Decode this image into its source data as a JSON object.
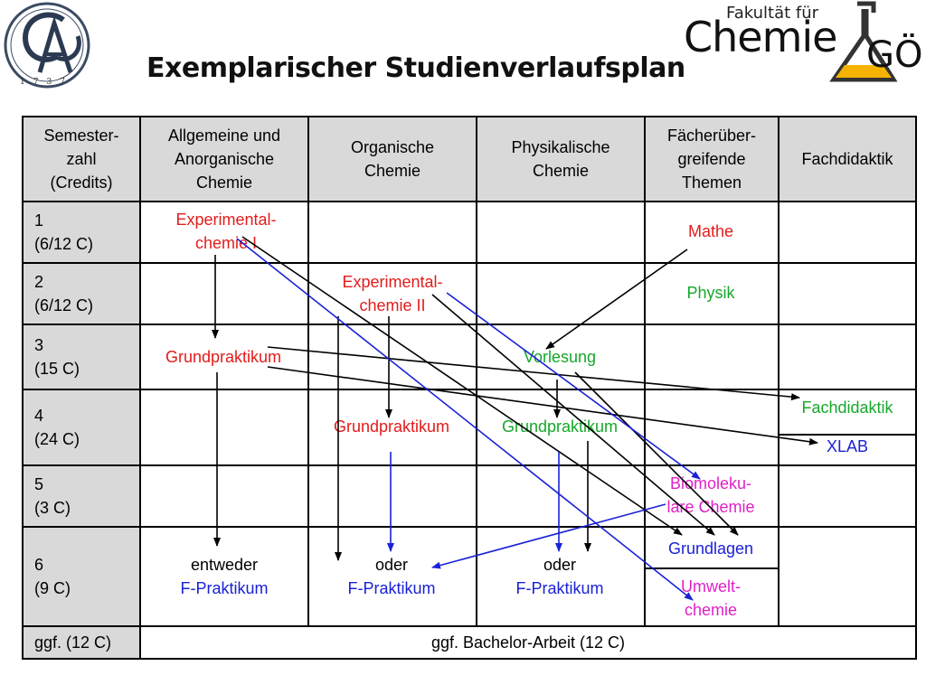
{
  "title": "Exemplarischer Studienverlaufsplan",
  "logo_right": {
    "line1": "Fakultät für",
    "line2": "Chemie",
    "line3": "GÖ"
  },
  "logo_left": {
    "year": "1737"
  },
  "colors": {
    "header_bg": "#d9d9d9",
    "red": "#e31b1b",
    "green": "#16a82a",
    "blue": "#1a22d6",
    "magenta": "#e020c8"
  },
  "headers": {
    "semester_l1": "Semester-",
    "semester_l2": "zahl",
    "semester_l3": "(Credits)",
    "ac_l1": "Allgemeine und",
    "ac_l2": "Anorganische",
    "ac_l3": "Chemie",
    "oc_l1": "Organische",
    "oc_l2": "Chemie",
    "pc_l1": "Physikalische",
    "pc_l2": "Chemie",
    "ft_l1": "Fächerüber-",
    "ft_l2": "greifende",
    "ft_l3": "Themen",
    "fd": "Fachdidaktik"
  },
  "semesters": [
    {
      "num": "1",
      "credits": "(6/12 C)"
    },
    {
      "num": "2",
      "credits": "(6/12 C)"
    },
    {
      "num": "3",
      "credits": "(15 C)"
    },
    {
      "num": "4",
      "credits": "(24 C)"
    },
    {
      "num": "5",
      "credits": "(3 C)"
    },
    {
      "num": "6",
      "credits": "(9 C)"
    },
    {
      "num": "ggf. (12 C)",
      "credits": ""
    }
  ],
  "cells": {
    "exp1_l1": "Experimental-",
    "exp1_l2": "chemie I",
    "mathe": "Mathe",
    "exp2_l1": "Experimental-",
    "exp2_l2": "chemie II",
    "physik": "Physik",
    "gp_ac": "Grundpraktikum",
    "vorlesung": "Vorlesung",
    "fachdidaktik": "Fachdidaktik",
    "gp_oc": "Grundpraktikum",
    "gp_pc": "Grundpraktikum",
    "xlab": "XLAB",
    "bio_l1": "Biomoleku-",
    "bio_l2": "lare Chemie",
    "entweder": "entweder",
    "oder1": "oder",
    "oder2": "oder",
    "fprakt": "F-Praktikum",
    "grundlagen": "Grundlagen",
    "umwelt_l1": "Umwelt-",
    "umwelt_l2": "chemie",
    "bachelor": "ggf. Bachelor-Arbeit (12 C)"
  }
}
